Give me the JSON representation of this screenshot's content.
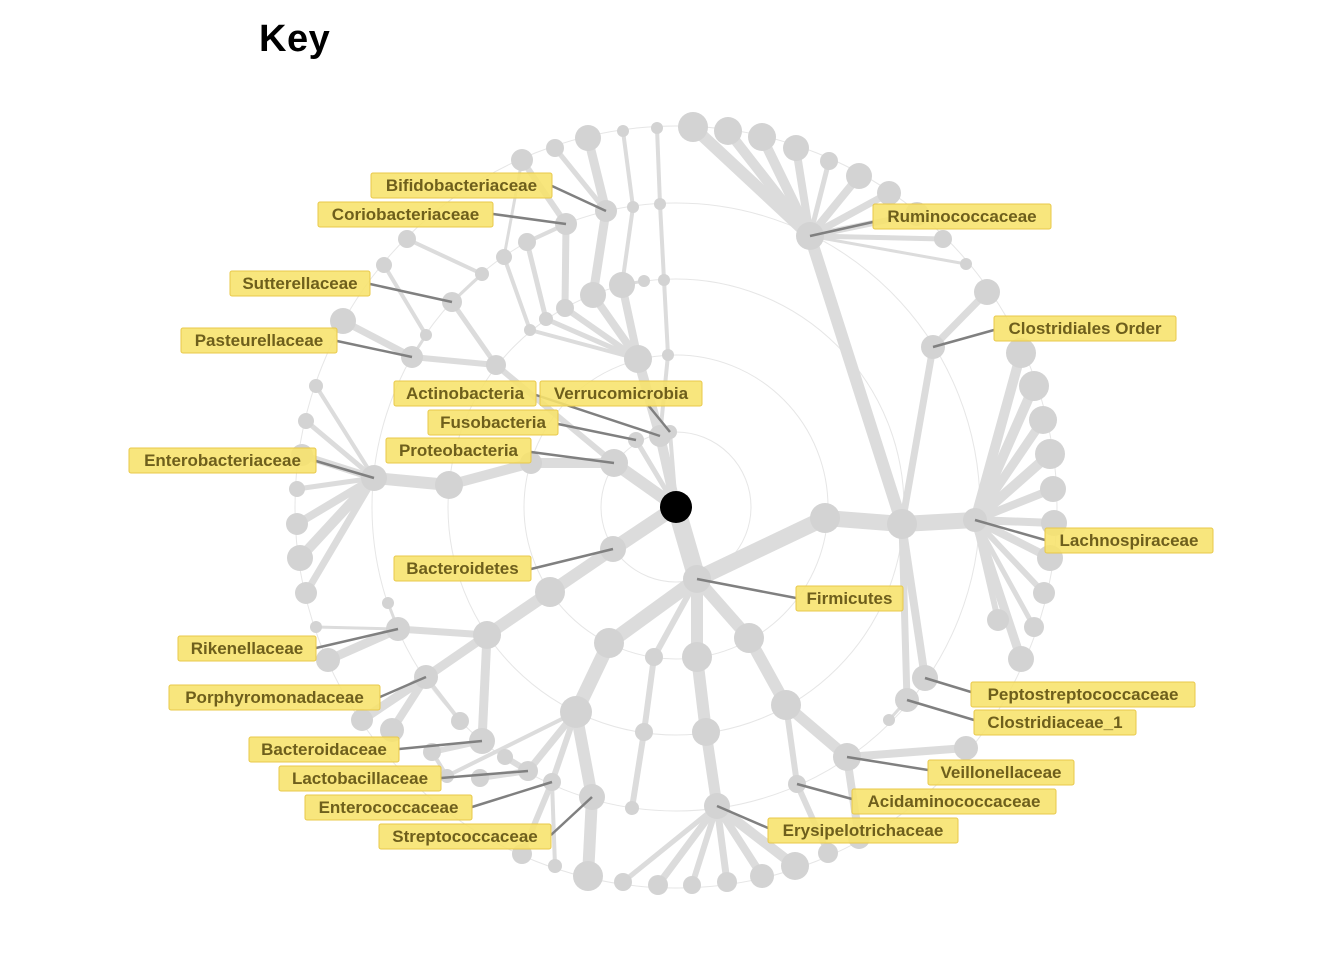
{
  "title": "Key",
  "labels": [
    {
      "text": "Bifidobacteriaceae"
    },
    {
      "text": "Coriobacteriaceae"
    },
    {
      "text": "Sutterellaceae"
    },
    {
      "text": "Pasteurellaceae"
    },
    {
      "text": "Actinobacteria"
    },
    {
      "text": "Verrucomicrobia"
    },
    {
      "text": "Fusobacteria"
    },
    {
      "text": "Proteobacteria"
    },
    {
      "text": "Enterobacteriaceae"
    },
    {
      "text": "Bacteroidetes"
    },
    {
      "text": "Rikenellaceae"
    },
    {
      "text": "Porphyromonadaceae"
    },
    {
      "text": "Bacteroidaceae"
    },
    {
      "text": "Lactobacillaceae"
    },
    {
      "text": "Enterococcaceae"
    },
    {
      "text": "Streptococcaceae"
    },
    {
      "text": "Ruminococcaceae"
    },
    {
      "text": "Clostridiales Order"
    },
    {
      "text": "Lachnospiraceae"
    },
    {
      "text": "Firmicutes"
    },
    {
      "text": "Peptostreptococcaceae"
    },
    {
      "text": "Clostridiaceae_1"
    },
    {
      "text": "Veillonellaceae"
    },
    {
      "text": "Acidaminococcaceae"
    },
    {
      "text": "Erysipelotrichaceae"
    }
  ],
  "colors": {
    "branch": "#dcdcdc",
    "node": "#d3d3d3",
    "root": "#000000",
    "label_fill": "#f7e26b",
    "label_text": "#6e5f1c",
    "leader": "#808080"
  }
}
